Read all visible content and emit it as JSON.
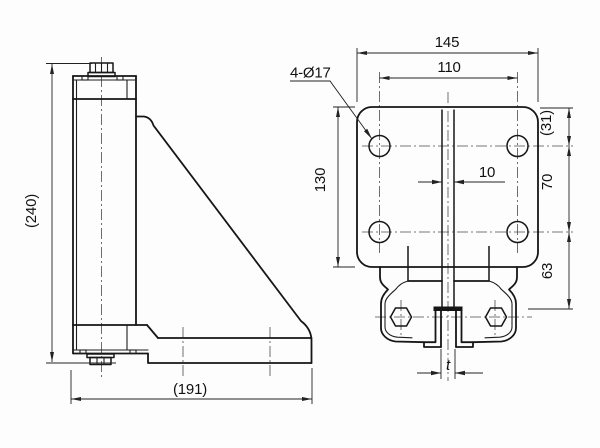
{
  "drawing": {
    "type": "technical-drawing",
    "background": "#fdfdfd",
    "line_color": "#161616",
    "dimension_color": "#222222",
    "centerline_color": "#4a4a4a",
    "side_view": {
      "dims": {
        "overall_height": "(240)",
        "overall_depth": "(191)"
      }
    },
    "front_view": {
      "dims": {
        "overall_width": "145",
        "hole_spacing_x": "110",
        "holes_callout": "4-Ø17",
        "top_edge_to_holes": "(31)",
        "hole_spacing_y": "70",
        "holes_to_seat": "63",
        "plate_height": "130",
        "slot_width": "10",
        "clamp_gap": "t"
      }
    }
  }
}
